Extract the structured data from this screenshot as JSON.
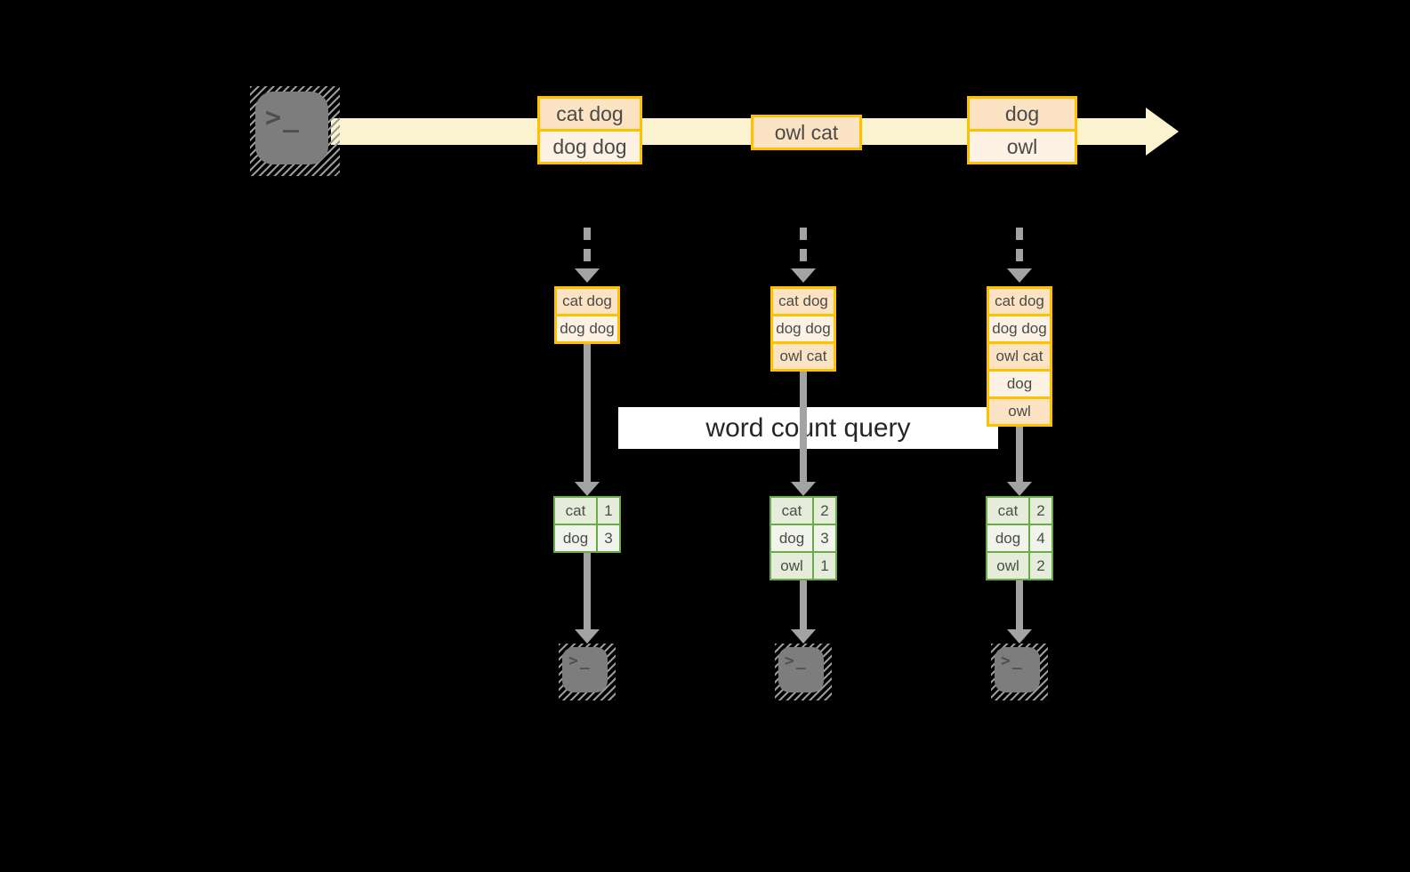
{
  "query_banner": {
    "label": "word count query"
  },
  "icons": {
    "terminal_prompt": ">_",
    "source_icon": "terminal-icon",
    "sink_icon": "terminal-icon"
  },
  "stream": {
    "records": [
      {
        "lines": [
          "cat dog",
          "dog dog"
        ]
      },
      {
        "lines": [
          "owl cat"
        ]
      },
      {
        "lines": [
          "dog",
          "owl"
        ]
      }
    ]
  },
  "pipelines": [
    {
      "buffer": [
        "cat dog",
        "dog dog"
      ],
      "word_counts": [
        {
          "word": "cat",
          "count": 1
        },
        {
          "word": "dog",
          "count": 3
        }
      ]
    },
    {
      "buffer": [
        "cat dog",
        "dog dog",
        "owl cat"
      ],
      "word_counts": [
        {
          "word": "cat",
          "count": 2
        },
        {
          "word": "dog",
          "count": 3
        },
        {
          "word": "owl",
          "count": 1
        }
      ]
    },
    {
      "buffer": [
        "cat dog",
        "dog dog",
        "owl cat",
        "dog",
        "owl"
      ],
      "word_counts": [
        {
          "word": "cat",
          "count": 2
        },
        {
          "word": "dog",
          "count": 4
        },
        {
          "word": "owl",
          "count": 2
        }
      ]
    }
  ],
  "colors": {
    "background": "#000000",
    "stream_fill": "#fbf2d0",
    "record_border": "#ffc000",
    "record_fill_dark": "#fbe3c4",
    "record_fill_light": "#fdf2e4",
    "table_border": "#6aaa47",
    "table_fill_dark": "#e6ecda",
    "table_fill_light": "#f0f4ea",
    "arrow_gray": "#a3a3a3",
    "terminal_gray": "#7d7d7d",
    "banner_bg": "#ffffff"
  }
}
